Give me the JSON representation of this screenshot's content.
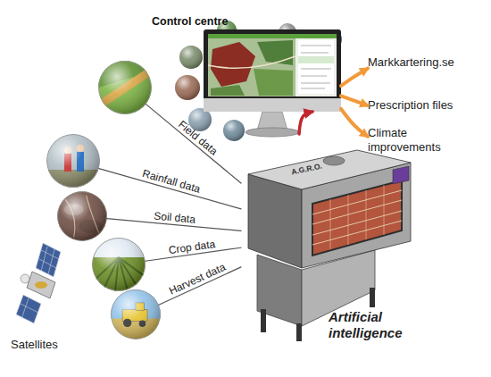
{
  "diagram": {
    "nodes": [
      {
        "text": [
          "Control centre"
        ]
      },
      {
        "text": [
          "Markkartering.se"
        ]
      },
      {
        "text": [
          "Prescription files"
        ]
      },
      {
        "text": [
          "Climate improvements"
        ]
      },
      {
        "text": [
          "Field data"
        ]
      },
      {
        "text": [
          "Rainfall data"
        ]
      },
      {
        "text": [
          "Soil data"
        ]
      },
      {
        "text": [
          "Crop data"
        ]
      },
      {
        "text": [
          "Harvest data"
        ]
      },
      {
        "text": [
          "A.G.R.O.",
          "Artificial intelligence"
        ]
      },
      {
        "text": [
          "Satellites"
        ]
      }
    ],
    "edges": [
      {
        "from": 0,
        "to": 1,
        "arrow": "to"
      },
      {
        "from": 0,
        "to": 2,
        "arrow": "to"
      },
      {
        "from": 0,
        "to": 3,
        "arrow": "to"
      },
      {
        "from": 4,
        "to": 9,
        "arrow": "none"
      },
      {
        "from": 5,
        "to": 9,
        "arrow": "none"
      },
      {
        "from": 6,
        "to": 9,
        "arrow": "none"
      },
      {
        "from": 7,
        "to": 9,
        "arrow": "none"
      },
      {
        "from": 8,
        "to": 9,
        "arrow": "none"
      },
      {
        "from": 9,
        "to": 0,
        "arrow": "to"
      }
    ]
  }
}
